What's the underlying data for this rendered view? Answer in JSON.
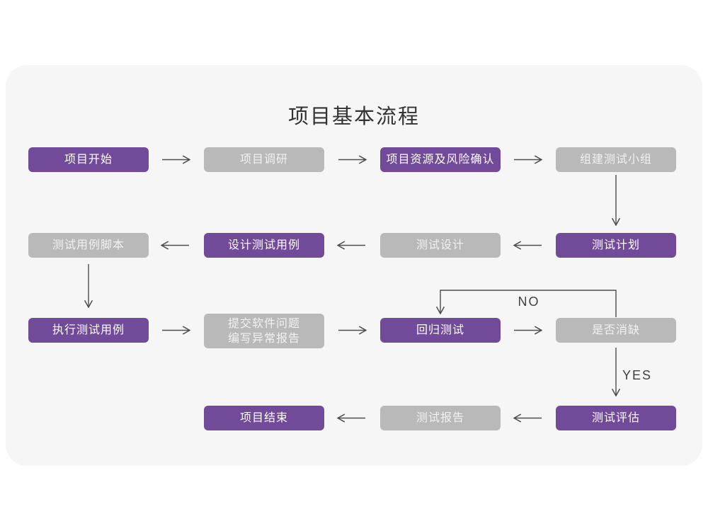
{
  "title": "项目基本流程",
  "colors": {
    "accent_purple": "#724a9a",
    "muted_gray": "#b9b9b9",
    "card_background": "#f6f6f6",
    "connector": "#4d4d4d"
  },
  "nodes": [
    {
      "id": "project-start",
      "label": "项目开始",
      "variant": "purple"
    },
    {
      "id": "project-survey",
      "label": "项目调研",
      "variant": "gray"
    },
    {
      "id": "risk-confirm",
      "label": "项目资源及风险确认",
      "variant": "purple"
    },
    {
      "id": "build-team",
      "label": "组建测试小组",
      "variant": "gray"
    },
    {
      "id": "case-script",
      "label": "测试用例脚本",
      "variant": "gray"
    },
    {
      "id": "design-case",
      "label": "设计测试用例",
      "variant": "purple"
    },
    {
      "id": "test-design",
      "label": "测试设计",
      "variant": "gray"
    },
    {
      "id": "test-plan",
      "label": "测试计划",
      "variant": "purple"
    },
    {
      "id": "execute-case",
      "label": "执行测试用例",
      "variant": "purple"
    },
    {
      "id": "submit-issue",
      "label": "提交软件问题\n编写异常报告",
      "variant": "gray"
    },
    {
      "id": "regression",
      "label": "回归测试",
      "variant": "purple"
    },
    {
      "id": "defect-cleared",
      "label": "是否消缺",
      "variant": "gray"
    },
    {
      "id": "project-end",
      "label": "项目结束",
      "variant": "purple"
    },
    {
      "id": "test-report",
      "label": "测试报告",
      "variant": "gray"
    },
    {
      "id": "test-evaluate",
      "label": "测试评估",
      "variant": "purple"
    }
  ],
  "edge_labels": {
    "no": "NO",
    "yes": "YES"
  },
  "edges": [
    {
      "from": "项目开始",
      "to": "项目调研"
    },
    {
      "from": "项目调研",
      "to": "项目资源及风险确认"
    },
    {
      "from": "项目资源及风险确认",
      "to": "组建测试小组"
    },
    {
      "from": "组建测试小组",
      "to": "测试计划"
    },
    {
      "from": "测试计划",
      "to": "测试设计"
    },
    {
      "from": "测试设计",
      "to": "设计测试用例"
    },
    {
      "from": "设计测试用例",
      "to": "测试用例脚本"
    },
    {
      "from": "测试用例脚本",
      "to": "执行测试用例"
    },
    {
      "from": "执行测试用例",
      "to": "提交软件问题 编写异常报告"
    },
    {
      "from": "提交软件问题 编写异常报告",
      "to": "回归测试"
    },
    {
      "from": "回归测试",
      "to": "是否消缺"
    },
    {
      "from": "是否消缺",
      "to": "回归测试",
      "label": "NO"
    },
    {
      "from": "是否消缺",
      "to": "测试评估",
      "label": "YES"
    },
    {
      "from": "测试评估",
      "to": "测试报告"
    },
    {
      "from": "测试报告",
      "to": "项目结束"
    }
  ]
}
